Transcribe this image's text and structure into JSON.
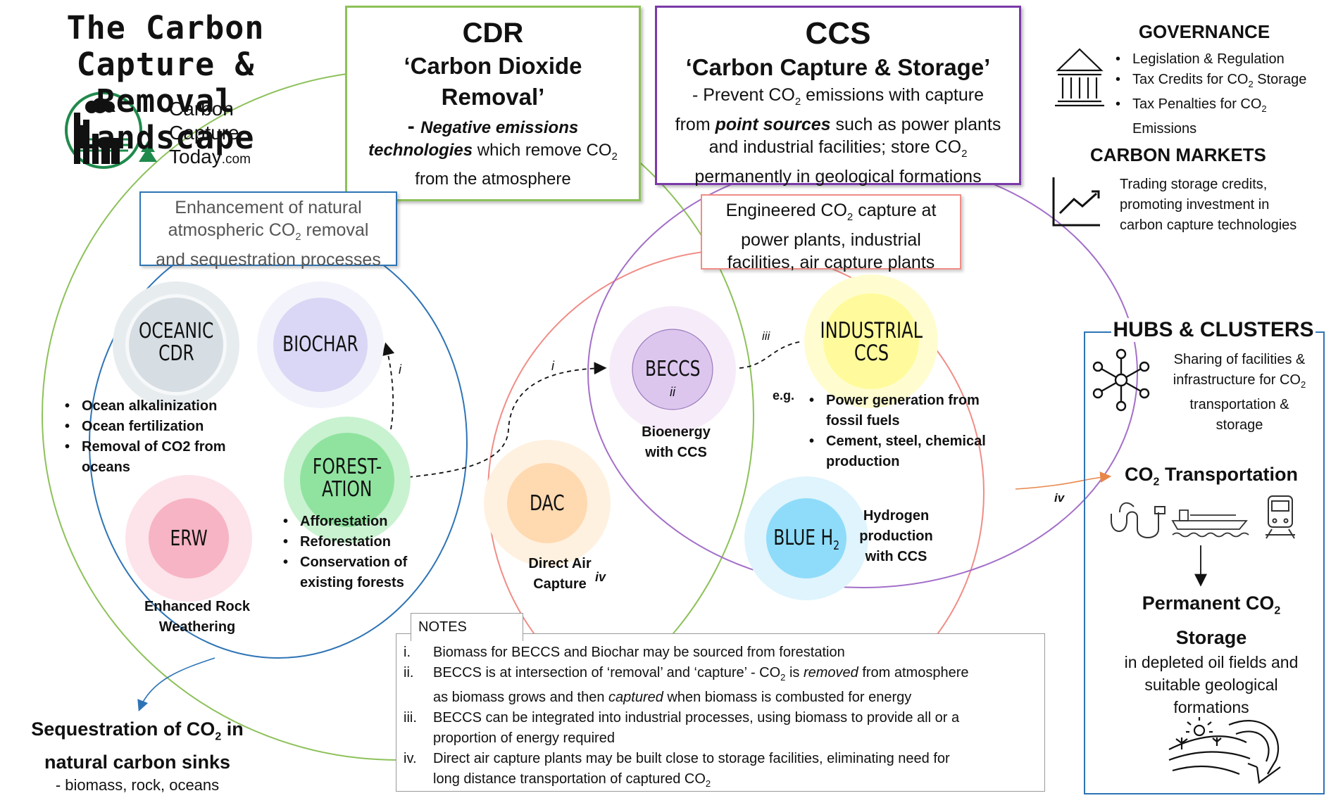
{
  "title": {
    "line1": "The Carbon Capture &",
    "line2": "Removal Landscape"
  },
  "logo": {
    "line1": "Carbon",
    "line2": "Capture",
    "line3": "Today",
    "suffix": ".com"
  },
  "cdr": {
    "heading": "CDR",
    "subtitle_l1": "‘Carbon Dioxide",
    "subtitle_l2": "Removal’",
    "desc_dash": "- ",
    "desc_bold1": "Negative emissions",
    "desc_bold2": "technologies",
    "desc_rest": " which remove CO",
    "desc_l3": "from the atmosphere"
  },
  "ccs": {
    "heading": "CCS",
    "subtitle": "‘Carbon Capture & Storage’",
    "l1": "- Prevent CO",
    "l1b": " emissions with capture",
    "l2a": "from ",
    "l2b": "point sources",
    "l2c": " such as power plants",
    "l3a": "and industrial facilities; store CO",
    "l4": "permanently in geological formations"
  },
  "natural_box": {
    "l1": "Enhancement of natural",
    "l2a": "atmospheric CO",
    "l2b": " removal",
    "l3": "and sequestration processes"
  },
  "engineered_box": {
    "l1a": "Engineered CO",
    "l1b": " capture at",
    "l2": "power plants, industrial",
    "l3": "facilities, air capture plants"
  },
  "circles": {
    "oceanic": {
      "l1": "OCEANIC",
      "l2": "CDR"
    },
    "biochar": "BIOCHAR",
    "forestation": {
      "l1": "FOREST-",
      "l2": "ATION"
    },
    "erw": "ERW",
    "beccs": "BECCS",
    "beccs_note": "ii",
    "industrial": {
      "l1": "INDUSTRIAL",
      "l2": "CCS"
    },
    "dac": "DAC",
    "blueh2": "BLUE H",
    "blueh2_sub": "2"
  },
  "oceanic_list": [
    "Ocean alkalinization",
    "Ocean fertilization",
    "Removal of CO2 from oceans"
  ],
  "forestation_list": [
    "Afforestation",
    "Reforestation",
    "Conservation of existing forests"
  ],
  "erw_caption": {
    "l1": "Enhanced Rock",
    "l2": "Weathering"
  },
  "beccs_caption": {
    "l1": "Bioenergy",
    "l2": "with CCS"
  },
  "dac_caption": {
    "l1": "Direct Air",
    "l2": "Capture"
  },
  "blueh2_caption": {
    "l1": "Hydrogen",
    "l2": "production",
    "l3": "with CCS"
  },
  "industrial_eg": "e.g.",
  "industrial_list": [
    "Power generation from fossil fuels",
    "Cement, steel, chemical production"
  ],
  "markers": {
    "i": "i",
    "iii": "iii",
    "iv": "iv"
  },
  "sequestration": {
    "l1a": "Sequestration of CO",
    "l1b": " in",
    "l2": "natural carbon sinks",
    "l3": "-  biomass, rock, oceans"
  },
  "governance": {
    "heading": "GOVERNANCE",
    "items": [
      "Legislation & Regulation",
      "Tax Credits for CO",
      "Tax Penalties for CO"
    ],
    "item2_suffix": " Storage",
    "item3_cont": "Emissions"
  },
  "markets": {
    "heading": "CARBON MARKETS",
    "l1": "Trading storage credits,",
    "l2": "promoting investment in",
    "l3": "carbon capture technologies"
  },
  "hubs": {
    "heading": "HUBS & CLUSTERS",
    "l1": "Sharing of facilities &",
    "l2": "infrastructure for CO",
    "l3": "transportation &",
    "l4": "storage"
  },
  "transport": {
    "heading_a": "CO",
    "heading_b": " Transportation"
  },
  "storage": {
    "l1a": "Permanent CO",
    "l2": "Storage",
    "l3": "in depleted oil fields  and",
    "l4": "suitable geological",
    "l5": "formations"
  },
  "notes": {
    "tab": "NOTES",
    "n1_num": "i.",
    "n1": "Biomass for BECCS and Biochar may be sourced from forestation",
    "n2_num": "ii.",
    "n2_a": "BECCS is at intersection of ‘removal’ and ‘capture’ -  CO",
    "n2_b": " is ",
    "n2_c": "removed",
    "n2_d": " from atmosphere",
    "n2_e": "as biomass grows and then ",
    "n2_f": "captured",
    "n2_g": " when biomass is combusted for energy",
    "n3_num": "iii.",
    "n3_a": "BECCS can be integrated into industrial processes, using biomass to provide all or a",
    "n3_b": "proportion of energy required",
    "n4_num": "iv.",
    "n4_a": "Direct air capture plants may be built close to storage facilities, eliminating need for",
    "n4_b": "long distance transportation of captured CO"
  },
  "sub2": "2",
  "colors": {
    "cdr_green": "#8dc15a",
    "ccs_purple": "#7a3aa8",
    "natural_blue": "#2e74b5",
    "engineered_red": "#f08d86",
    "hubs_blue": "#2e74b5",
    "oceanic": "#d6dee3",
    "biochar": "#d9d7f5",
    "forestation": "#8fe39f",
    "erw": "#f7b4c4",
    "beccs": "#dcc6ee",
    "industrial": "#fffb9c",
    "dac": "#ffd9b0",
    "blueh2": "#8fdcfa"
  },
  "icons": [
    "bank-icon",
    "trend-chart-icon",
    "network-hub-icon",
    "pipe-icon",
    "ship-icon",
    "train-icon",
    "storage-landscape-icon",
    "factory-logo-icon"
  ]
}
